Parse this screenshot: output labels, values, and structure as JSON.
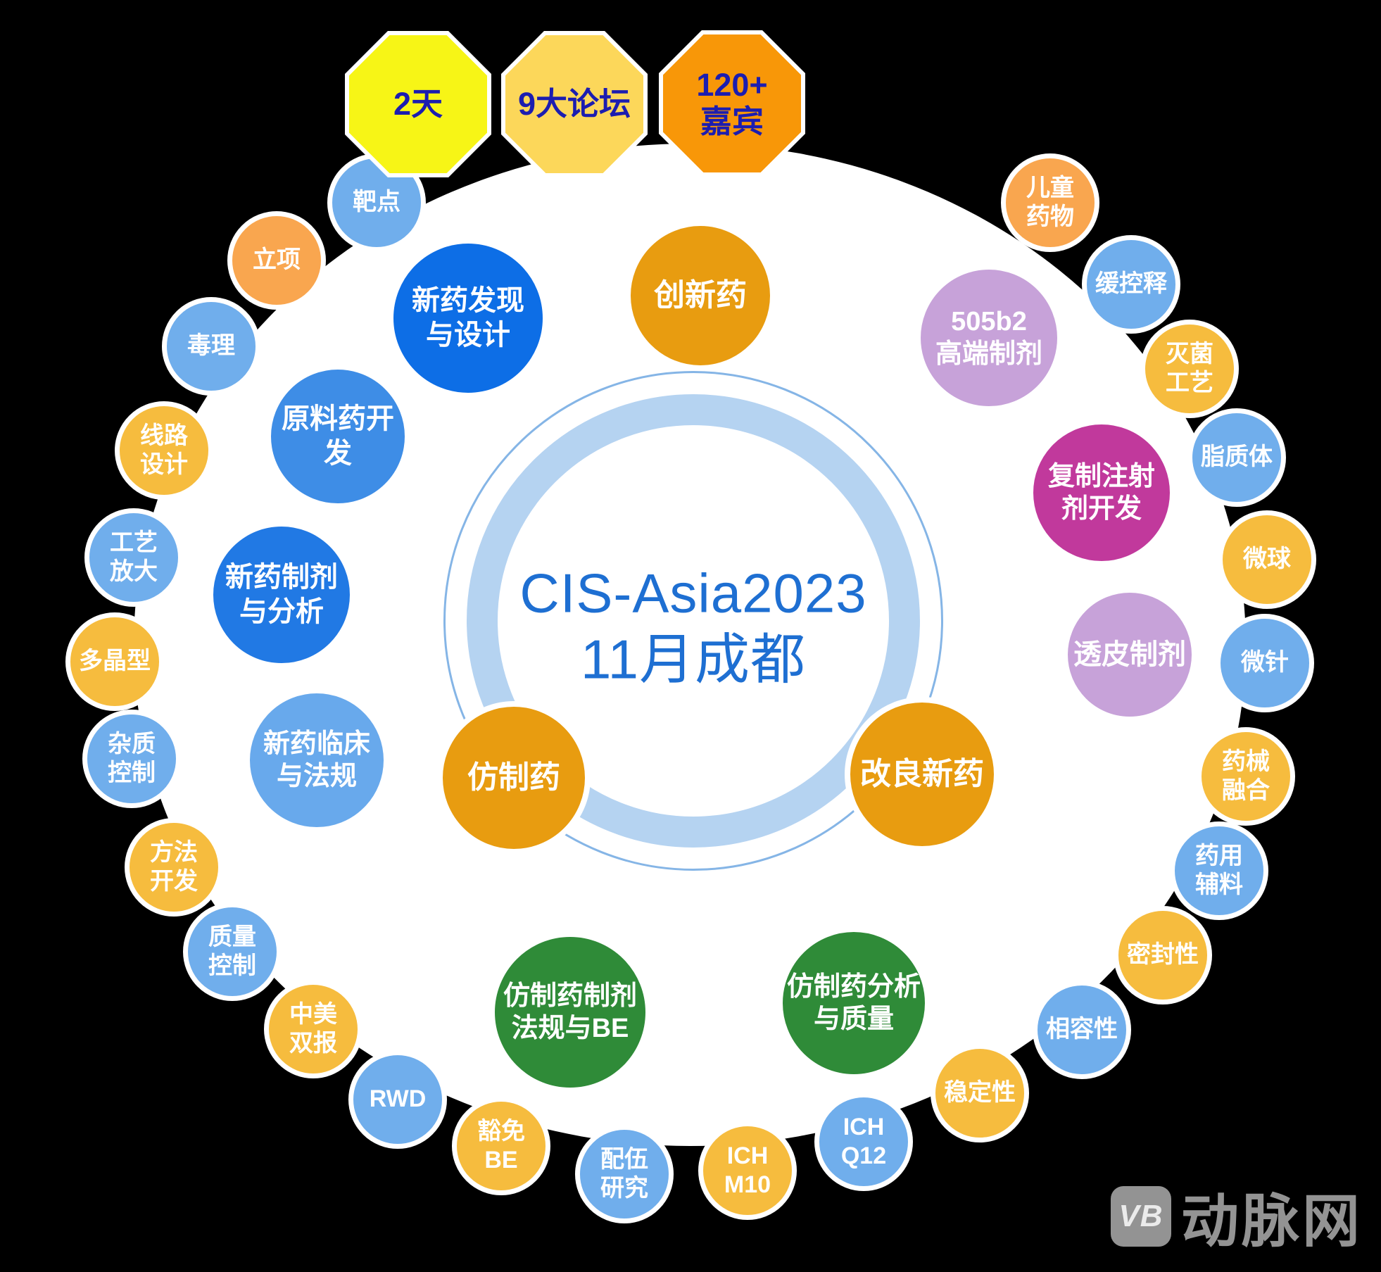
{
  "palette": {
    "background": "#000000",
    "disc": "#ffffff",
    "ring_thick": "#b5d3f1",
    "ring_thin": "#85b5e6",
    "center_text": "#1e6fd2",
    "badge_text": "#1c1db0",
    "watermark_gray": "#a0a0a0",
    "orange_node": "#e89c10",
    "green_node": "#2f8b38",
    "blue_strong": "#0d6ee6",
    "blue_strong_2": "#2179e4",
    "blue_medium": "#3e8de6",
    "blue_light": "#68a9ec",
    "purple_light": "#c7a2d9",
    "magenta_node": "#c1399c",
    "small_blue": "#70aeec",
    "small_yellow": "#f6bc3e",
    "small_orange": "#f9a64f",
    "oct_yellow": "#f7f516",
    "oct_light_yellow": "#fcd75a",
    "oct_orange": "#f89708"
  },
  "header_badges": [
    {
      "id": "duration",
      "label": "2天",
      "color_key": "oct_yellow"
    },
    {
      "id": "forums",
      "label": "9大论坛",
      "color_key": "oct_light_yellow"
    },
    {
      "id": "guests",
      "label": "120+\n嘉宾",
      "color_key": "oct_orange"
    }
  ],
  "center": {
    "line1": "CIS-Asia2023",
    "line2": "11月成都"
  },
  "main_nodes": [
    {
      "id": "innovation-drug",
      "label": "创新药",
      "color_key": "orange_node"
    },
    {
      "id": "generic-drug",
      "label": "仿制药",
      "color_key": "orange_node"
    },
    {
      "id": "improved-new-drug",
      "label": "改良新药",
      "color_key": "orange_node"
    },
    {
      "id": "generic-formulation-be",
      "label": "仿制药制剂\n法规与BE",
      "color_key": "green_node"
    },
    {
      "id": "generic-analysis-quality",
      "label": "仿制药分析\n与质量",
      "color_key": "green_node"
    },
    {
      "id": "drug-discovery-design",
      "label": "新药发现\n与设计",
      "color_key": "blue_strong"
    },
    {
      "id": "api-development",
      "label": "原料药开\n发",
      "color_key": "blue_medium"
    },
    {
      "id": "new-drug-formulation-analysis",
      "label": "新药制剂\n与分析",
      "color_key": "blue_strong_2"
    },
    {
      "id": "new-drug-clinical-regulatory",
      "label": "新药临床\n与法规",
      "color_key": "blue_light"
    },
    {
      "id": "high-end-505b2",
      "label": "505b2\n高端制剂",
      "color_key": "purple_light"
    },
    {
      "id": "injectable-copy-dev",
      "label": "复制注射\n剂开发",
      "color_key": "magenta_node"
    },
    {
      "id": "transdermal",
      "label": "透皮制剂",
      "color_key": "purple_light"
    }
  ],
  "outer_ring": {
    "items": [
      {
        "id": "target",
        "label": "靶点",
        "color_key": "small_blue"
      },
      {
        "id": "project-initiation",
        "label": "立项",
        "color_key": "small_orange"
      },
      {
        "id": "toxicology",
        "label": "毒理",
        "color_key": "small_blue"
      },
      {
        "id": "route-design",
        "label": "线路\n设计",
        "color_key": "small_yellow"
      },
      {
        "id": "process-scaleup",
        "label": "工艺\n放大",
        "color_key": "small_blue"
      },
      {
        "id": "polymorph",
        "label": "多晶型",
        "color_key": "small_yellow"
      },
      {
        "id": "impurity-control",
        "label": "杂质\n控制",
        "color_key": "small_blue"
      },
      {
        "id": "method-development",
        "label": "方法\n开发",
        "color_key": "small_yellow"
      },
      {
        "id": "quality-control",
        "label": "质量\n控制",
        "color_key": "small_blue"
      },
      {
        "id": "cn-us-dual-filing",
        "label": "中美\n双报",
        "color_key": "small_yellow"
      },
      {
        "id": "rwd",
        "label": "RWD",
        "color_key": "small_blue"
      },
      {
        "id": "be-waiver",
        "label": "豁免\nBE",
        "color_key": "small_yellow"
      },
      {
        "id": "compatibility-study",
        "label": "配伍\n研究",
        "color_key": "small_blue"
      },
      {
        "id": "ich-m10",
        "label": "ICH\nM10",
        "color_key": "small_yellow"
      },
      {
        "id": "ich-q12",
        "label": "ICH\nQ12",
        "color_key": "small_blue"
      },
      {
        "id": "stability",
        "label": "稳定性",
        "color_key": "small_yellow"
      },
      {
        "id": "compatibility",
        "label": "相容性",
        "color_key": "small_blue"
      },
      {
        "id": "container-closure",
        "label": "密封性",
        "color_key": "small_yellow"
      },
      {
        "id": "excipients",
        "label": "药用\n辅料",
        "color_key": "small_blue"
      },
      {
        "id": "drug-device-combination",
        "label": "药械\n融合",
        "color_key": "small_yellow"
      },
      {
        "id": "microneedle",
        "label": "微针",
        "color_key": "small_blue"
      },
      {
        "id": "microsphere",
        "label": "微球",
        "color_key": "small_yellow"
      },
      {
        "id": "liposome",
        "label": "脂质体",
        "color_key": "small_blue"
      },
      {
        "id": "sterilization-process",
        "label": "灭菌\n工艺",
        "color_key": "small_yellow"
      },
      {
        "id": "sustained-release",
        "label": "缓控释",
        "color_key": "small_blue"
      },
      {
        "id": "pediatric-drugs",
        "label": "儿童\n药物",
        "color_key": "small_orange"
      }
    ]
  },
  "watermark": {
    "logo_text": "VB",
    "name": "动脉网"
  }
}
